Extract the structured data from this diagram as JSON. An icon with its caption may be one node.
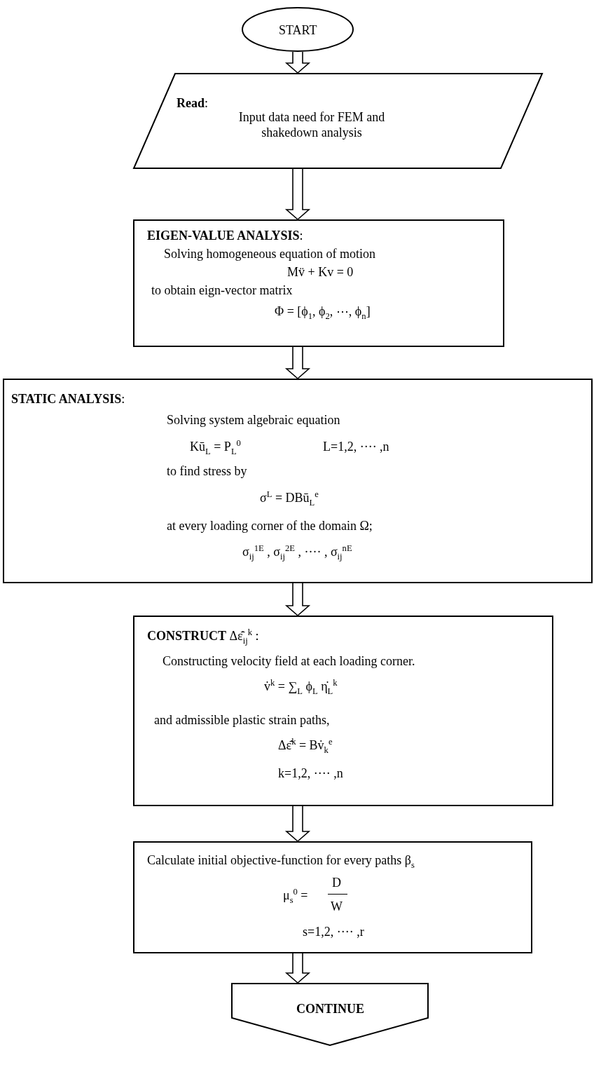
{
  "diagram": {
    "nodes": [
      {
        "text": [
          "START"
        ]
      },
      {
        "text": [
          "**Read**:",
          "Input data need for FEM and shakedown analysis"
        ]
      },
      {
        "text": [
          "**EIGEN-VALUE ANALYSIS**:",
          "Solving homogeneous equation of motion",
          "Mv̈ + Kv = 0",
          "to obtain eign-vector matrix",
          "Φ = [ϕ$_{1}$, ϕ$_{2}$, ⋯, ϕ$_{n}$]"
        ]
      },
      {
        "text": [
          "**STATIC ANALYSIS**:",
          "Solving system algebraic equation",
          "Kū$_{L}$ = P$_{L}$$^{0}$",
          "L=1,2, ···· ,n",
          "to find stress by",
          "σ$^{L}$ = DBū$_{L}$$^{e}$",
          "at every loading corner of the domain Ω;",
          "σ$_{ij}$$^{1E}$ , σ$_{ij}$$^{2E}$ , ···· , σ$_{ij}$$^{nE}$"
        ]
      },
      {
        "text": [
          "**CONSTRUCT** Δε̇̄$_{ij}$$^{k}$ :",
          "Constructing velocity field at each loading corner.",
          "v̇$^{k}$ = ∑$_{L}$ ϕ$_{L}$ η̇$_{L}$$^{k}$",
          "and admissible plastic strain paths,",
          "Δε̇̄$^{k}$ = Bv̇$_{k}$$^{e}$",
          "k=1,2, ···· ,n"
        ]
      },
      {
        "text": [
          "Calculate initial objective-function for every paths β$_{s}$",
          "μ$_{s}$$^{0}$ =",
          "D",
          "W",
          "s=1,2, ···· ,r"
        ]
      },
      {
        "text": [
          "CONTINUE"
        ]
      }
    ],
    "edges": [
      {
        "from": 0,
        "to": 1,
        "arrow": "to"
      },
      {
        "from": 1,
        "to": 2,
        "arrow": "to"
      },
      {
        "from": 2,
        "to": 3,
        "arrow": "to"
      },
      {
        "from": 3,
        "to": 4,
        "arrow": "to"
      },
      {
        "from": 4,
        "to": 5,
        "arrow": "to"
      },
      {
        "from": 5,
        "to": 6,
        "arrow": "to"
      }
    ]
  }
}
